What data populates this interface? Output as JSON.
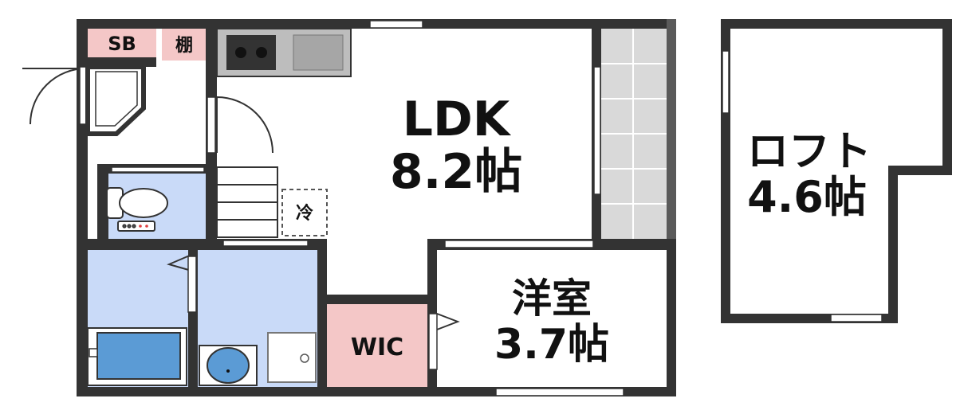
{
  "labels": {
    "sb": "SB",
    "shelf": "棚",
    "ldk_name": "LDK",
    "ldk_size": "8.2帖",
    "fridge": "冷",
    "wic": "WIC",
    "western_name": "洋室",
    "western_size": "3.7帖",
    "loft_name": "ロフト",
    "loft_size": "4.6帖"
  },
  "colors": {
    "wall": "#333333",
    "pink": "#f4c7c7",
    "blue": "#c9daf8",
    "balcony": "#d9d9d9",
    "kitchen": "#bdbdbd",
    "white": "#ffffff"
  }
}
